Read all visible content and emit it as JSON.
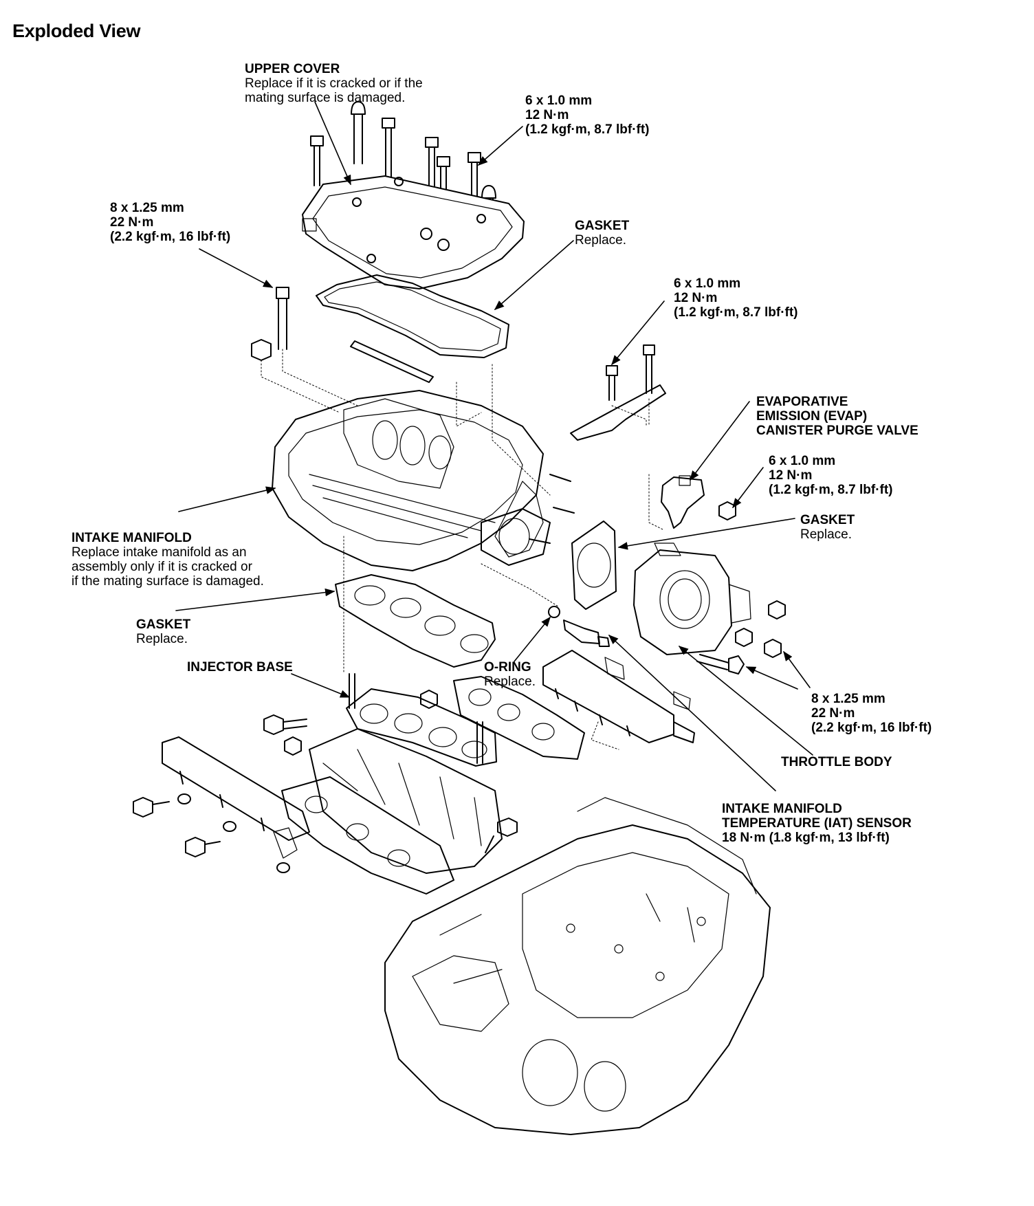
{
  "title": "Exploded View",
  "callouts": {
    "upper_cover": {
      "title": "UPPER COVER",
      "note1": "Replace if it is cracked or if the",
      "note2": "mating surface is damaged."
    },
    "torque_top": {
      "l1": "6 x 1.0 mm",
      "l2": "12 N·m",
      "l3": "(1.2 kgf·m, 8.7 lbf·ft)"
    },
    "torque_left": {
      "l1": "8 x 1.25 mm",
      "l2": "22 N·m",
      "l3": "(2.2 kgf·m, 16 lbf·ft)"
    },
    "gasket_upper": {
      "title": "GASKET",
      "note": "Replace."
    },
    "torque_bracket": {
      "l1": "6 x 1.0 mm",
      "l2": "12 N·m",
      "l3": "(1.2 kgf·m, 8.7 lbf·ft)"
    },
    "evap": {
      "l1": "EVAPORATIVE",
      "l2": "EMISSION (EVAP)",
      "l3": "CANISTER PURGE VALVE"
    },
    "torque_evap": {
      "l1": "6 x 1.0 mm",
      "l2": "12 N·m",
      "l3": "(1.2 kgf·m, 8.7 lbf·ft)"
    },
    "gasket_throttle": {
      "title": "GASKET",
      "note": "Replace."
    },
    "intake_manifold": {
      "title": "INTAKE MANIFOLD",
      "note1": "Replace intake manifold as an",
      "note2": "assembly only if it is cracked or",
      "note3": "if the mating surface is damaged."
    },
    "gasket_lower": {
      "title": "GASKET",
      "note": "Replace."
    },
    "injector_base": {
      "title": "INJECTOR BASE"
    },
    "o_ring": {
      "title": "O-RING",
      "note": "Replace."
    },
    "torque_throttle": {
      "l1": "8 x 1.25 mm",
      "l2": "22 N·m",
      "l3": "(2.2 kgf·m, 16 lbf·ft)"
    },
    "throttle_body": {
      "title": "THROTTLE BODY"
    },
    "iat": {
      "l1": "INTAKE MANIFOLD",
      "l2": "TEMPERATURE (IAT) SENSOR",
      "l3": "18 N·m (1.8 kgf·m, 13 lbf·ft)"
    }
  }
}
